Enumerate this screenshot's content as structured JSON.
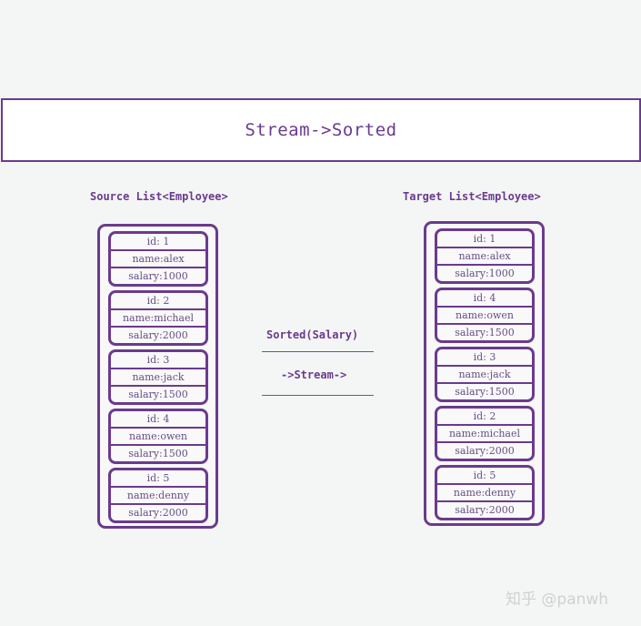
{
  "header": {
    "title": "Stream->Sorted"
  },
  "source": {
    "title": "Source List<Employee>",
    "employees": [
      {
        "id": "id: 1",
        "name": "name:alex",
        "salary": "salary:1000"
      },
      {
        "id": "id: 2",
        "name": "name:michael",
        "salary": "salary:2000"
      },
      {
        "id": "id: 3",
        "name": "name:jack",
        "salary": "salary:1500"
      },
      {
        "id": "id: 4",
        "name": "name:owen",
        "salary": "salary:1500"
      },
      {
        "id": "id: 5",
        "name": "name:denny",
        "salary": "salary:2000"
      }
    ]
  },
  "operation": {
    "label": "Sorted(Salary)",
    "stream": "->Stream->"
  },
  "target": {
    "title": "Target List<Employee>",
    "employees": [
      {
        "id": "id: 1",
        "name": "name:alex",
        "salary": "salary:1000"
      },
      {
        "id": "id: 4",
        "name": "name:owen",
        "salary": "salary:1500"
      },
      {
        "id": "id: 3",
        "name": "name:jack",
        "salary": "salary:1500"
      },
      {
        "id": "id: 2",
        "name": "name:michael",
        "salary": "salary:2000"
      },
      {
        "id": "id: 5",
        "name": "name:denny",
        "salary": "salary:2000"
      }
    ]
  },
  "watermark": "知乎 @panwh",
  "colors": {
    "accent": "#6b3a8e",
    "text": "#6a4e86",
    "background": "#f4f6f5"
  }
}
